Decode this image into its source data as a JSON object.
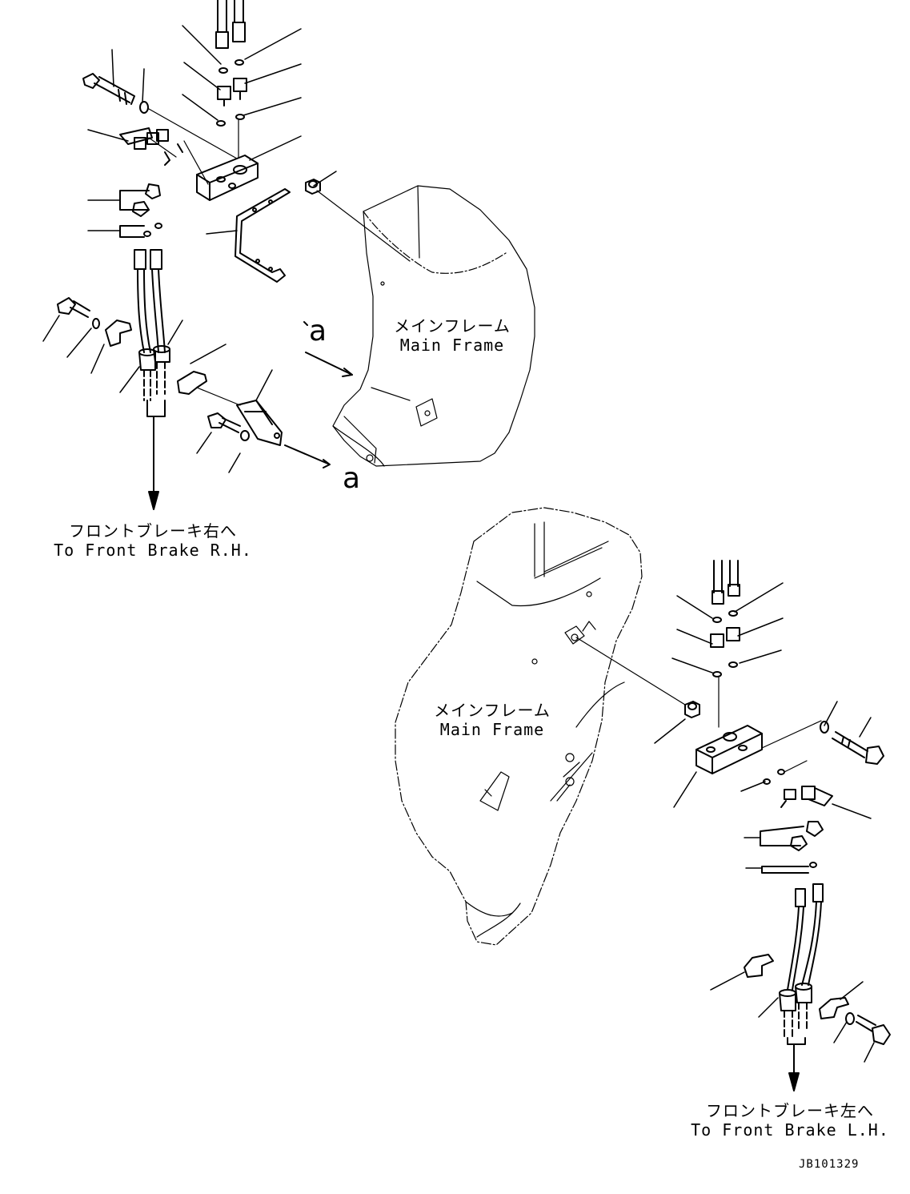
{
  "labels": {
    "frame_top_jp": "メインフレーム",
    "frame_top_en": "Main Frame",
    "frame_bottom_jp": "メインフレーム",
    "frame_bottom_en": "Main Frame",
    "to_right_jp": "フロントブレーキ右へ",
    "to_right_en": "To Front Brake R.H.",
    "to_left_jp": "フロントブレーキ左へ",
    "to_left_en": "To Front Brake L.H.",
    "view_marker_1": "a",
    "view_marker_2": "a",
    "drawing_number": "JB101329"
  },
  "colors": {
    "line": "#000000",
    "background": "#ffffff"
  }
}
